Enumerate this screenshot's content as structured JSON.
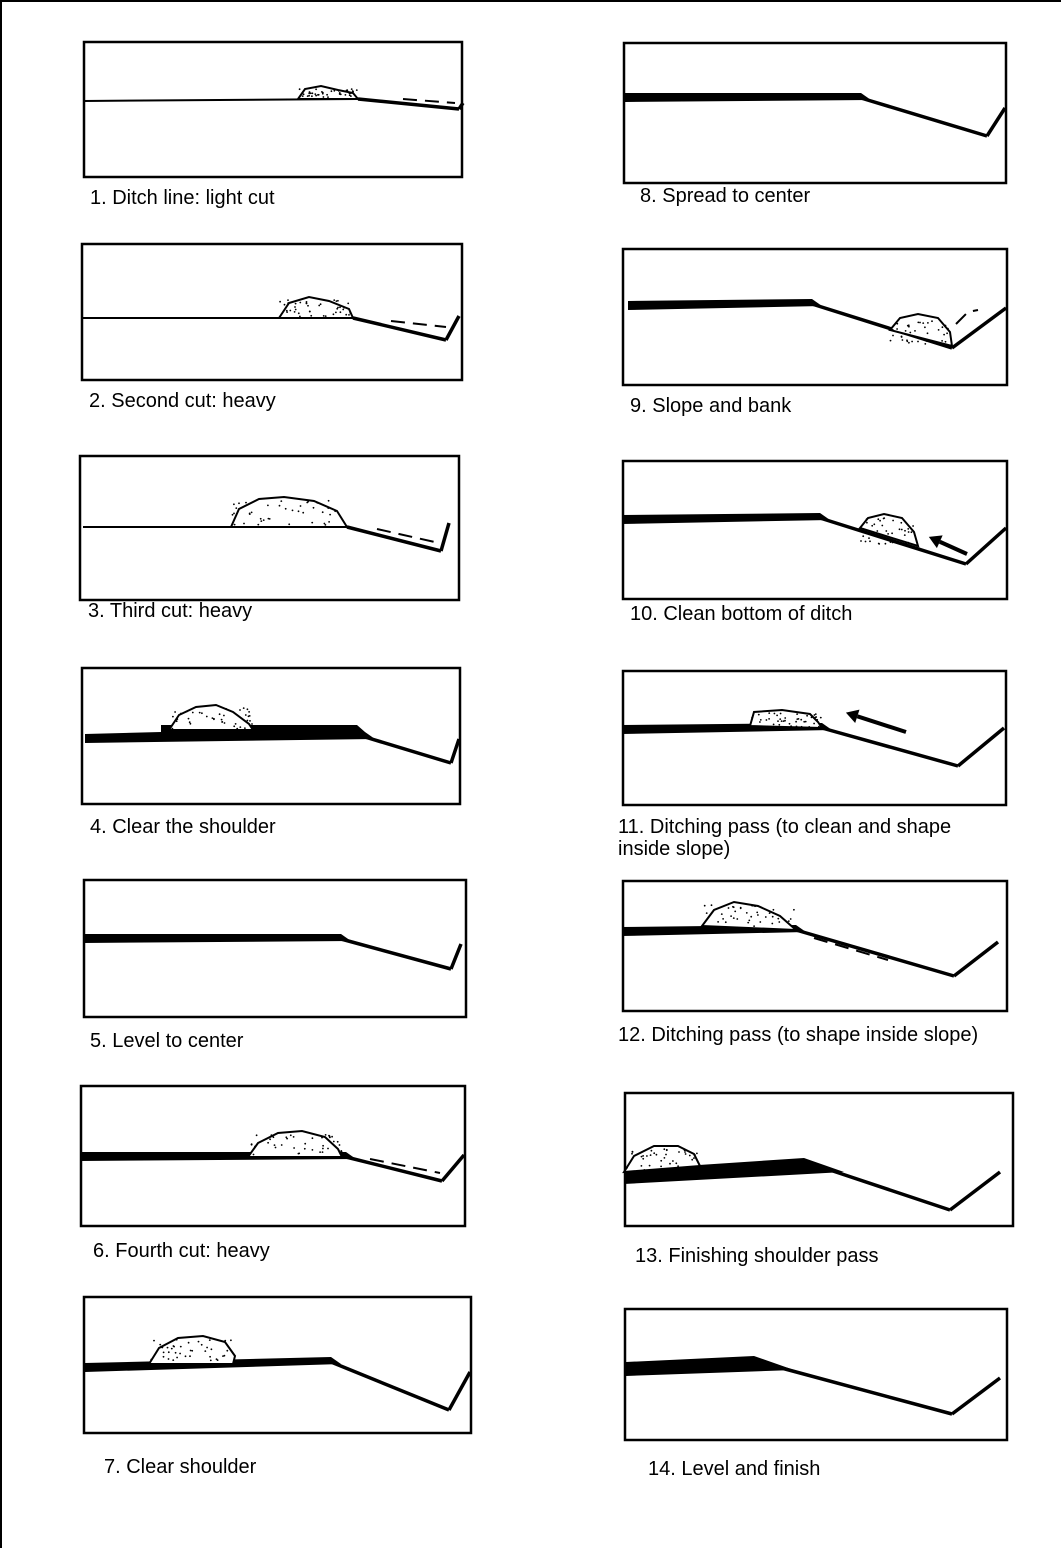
{
  "title": "",
  "steps": [
    {
      "number": 1,
      "label": "1. Ditch line: light cut"
    },
    {
      "number": 2,
      "label": "2. Second cut: heavy"
    },
    {
      "number": 3,
      "label": "3. Third cut: heavy"
    },
    {
      "number": 4,
      "label": "4. Clear the shoulder"
    },
    {
      "number": 5,
      "label": "5. Level to center"
    },
    {
      "number": 6,
      "label": "6. Fourth cut: heavy"
    },
    {
      "number": 7,
      "label": "7. Clear shoulder"
    },
    {
      "number": 8,
      "label": "8. Spread to center"
    },
    {
      "number": 9,
      "label": "9. Slope and bank"
    },
    {
      "number": 10,
      "label": "10. Clean bottom of ditch"
    },
    {
      "number": 11,
      "label": "11. Ditching pass (to clean and shape inside slope)"
    },
    {
      "number": 12,
      "label": "12. Ditching pass (to shape inside slope)"
    },
    {
      "number": 13,
      "label": "13. Finishing shoulder pass"
    },
    {
      "number": 14,
      "label": "14. Level and finish"
    }
  ],
  "colors": {
    "line": "#000000",
    "background": "#ffffff",
    "spoil_fill": "#ffffff"
  }
}
